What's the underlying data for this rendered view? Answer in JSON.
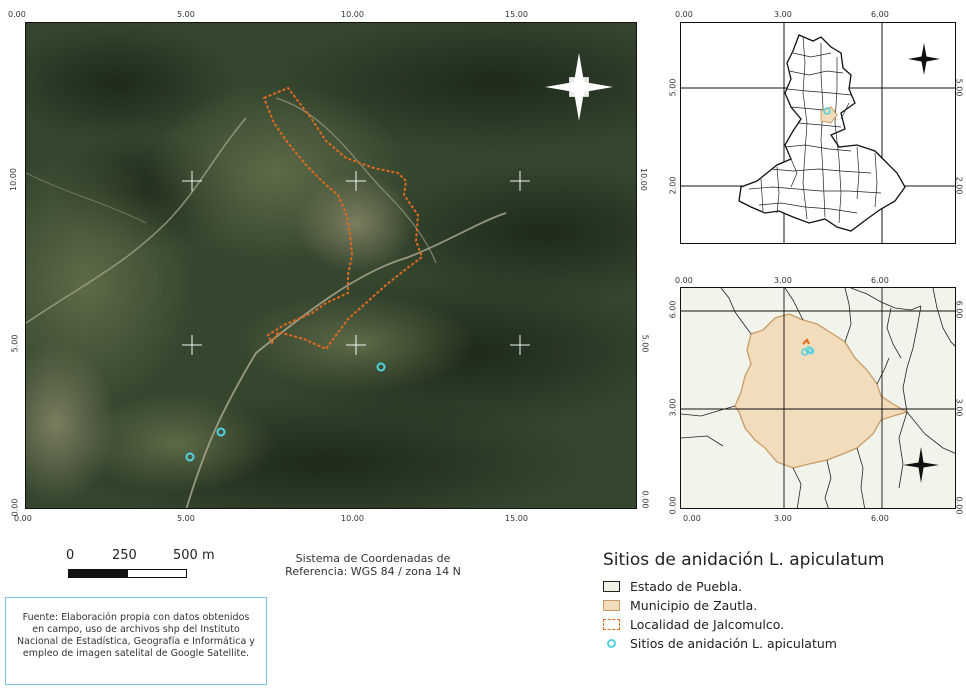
{
  "main_map": {
    "ticks_top": [
      "0.00",
      "5.00",
      "10.00",
      "15.00"
    ],
    "ticks_bottom": [
      "0.00",
      "5.00",
      "10.00",
      "15.00"
    ],
    "ticks_left": [
      "10.00",
      "5.00",
      "0.00"
    ],
    "ticks_right": [
      "10.00",
      "5.00",
      "0.00"
    ]
  },
  "inset_puebla": {
    "ticks_top": [
      "0.00",
      "3.00",
      "6.00"
    ],
    "ticks_left": [
      "5.00",
      "2.00"
    ],
    "ticks_right": [
      "5.00",
      "2.00"
    ]
  },
  "inset_zautla": {
    "ticks_top": [
      "0.00",
      "3.00",
      "6.00"
    ],
    "ticks_bottom": [
      "0.00",
      "3.00",
      "6.00"
    ],
    "ticks_left": [
      "6.00",
      "3.00",
      "0.00"
    ],
    "ticks_right": [
      "6.00",
      "3.00",
      "0.00"
    ]
  },
  "scale": {
    "labels": [
      "0",
      "250",
      "500 m"
    ]
  },
  "crs": {
    "line1": "Sistema de Coordenadas de",
    "line2": "Referencia: WGS 84 / zona 14 N"
  },
  "source": {
    "lines": [
      "Fuente: Elaboración propia con datos obtenidos",
      "en campo, uso de archivos shp del Instituto",
      "Nacional de Estadística, Geografía e Informática y",
      "empleo de imagen satelital de Google Satellite."
    ]
  },
  "legend": {
    "title": "Sitios de anidación L. apiculatum",
    "items": [
      {
        "label": "Estado de Puebla."
      },
      {
        "label": "Municipio de Zautla."
      },
      {
        "label": "Localidad de Jalcomulco."
      },
      {
        "label": "Sitios de anidación L. apiculatum"
      }
    ]
  },
  "colors": {
    "locality_outline": "#e06a20",
    "nest_site": "#53d3de",
    "municipio_fill": "#f1dcbc",
    "estado_fill": "#eef3e6"
  },
  "icons": [
    "north-arrow-icon"
  ]
}
